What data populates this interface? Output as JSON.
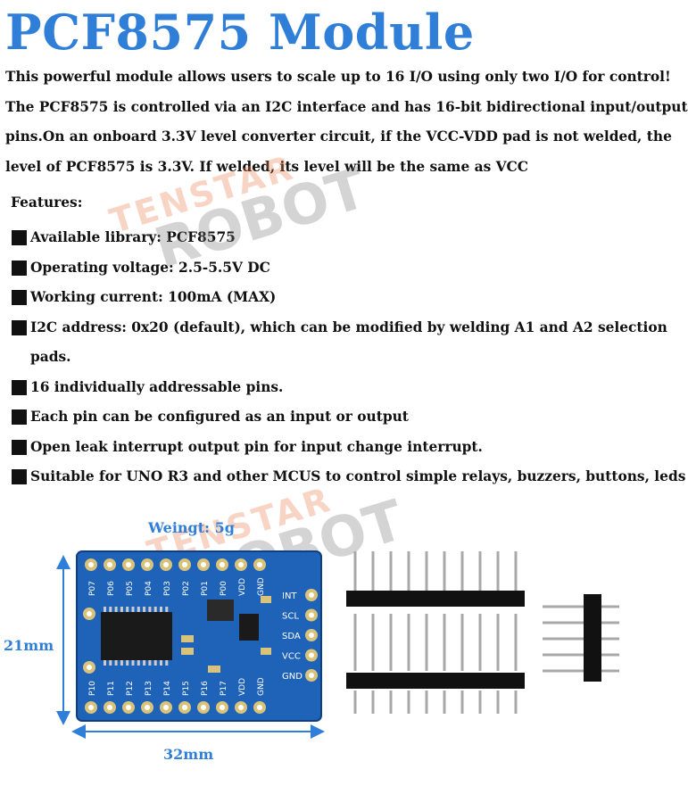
{
  "title": "PCF8575 Module",
  "intro": [
    "This powerful module allows users to scale up to 16 I/O using only two I/O for control!",
    "The PCF8575 is controlled via an I2C interface and has 16-bit bidirectional input/output",
    "pins.On an onboard 3.3V level converter circuit, if the VCC-VDD pad is not welded, the",
    "level of PCF8575 is 3.3V. If welded, its level will be the same as VCC"
  ],
  "features_heading": "Features:",
  "features": [
    {
      "text": "Available library: PCF8575"
    },
    {
      "text": "Operating voltage: 2.5-5.5V DC"
    },
    {
      "text": "Working current: 100mA (MAX)"
    },
    {
      "text": "I2C address: 0x20 (default), which can be modified by welding A1 and A2 selection",
      "cont": "pads."
    },
    {
      "text": "16 individually addressable pins."
    },
    {
      "text": "Each pin can be configured as an input or output"
    },
    {
      "text": "Open leak interrupt output pin for input change interrupt."
    },
    {
      "text": "Suitable for UNO R3 and other MCUS to control simple relays, buzzers, buttons, leds"
    }
  ],
  "watermark": {
    "line1": "TENSTAR",
    "line2": "ROBOT"
  },
  "weight_label": "Weingt: 5g",
  "width_label": "21mm",
  "length_label": "32mm",
  "board": {
    "top_pins": [
      "P07",
      "P06",
      "P05",
      "P04",
      "P03",
      "P02",
      "P01",
      "P00",
      "VDD",
      "GND"
    ],
    "bottom_pins": [
      "P10",
      "P11",
      "P12",
      "P13",
      "P14",
      "P15",
      "P16",
      "P17",
      "VDD",
      "GND"
    ],
    "side_pins": [
      "INT",
      "SCL",
      "SDA",
      "VCC",
      "GND"
    ]
  },
  "colors": {
    "accent": "#2f7fd8",
    "board": "#1f63b8",
    "pad": "#d9c27a"
  }
}
